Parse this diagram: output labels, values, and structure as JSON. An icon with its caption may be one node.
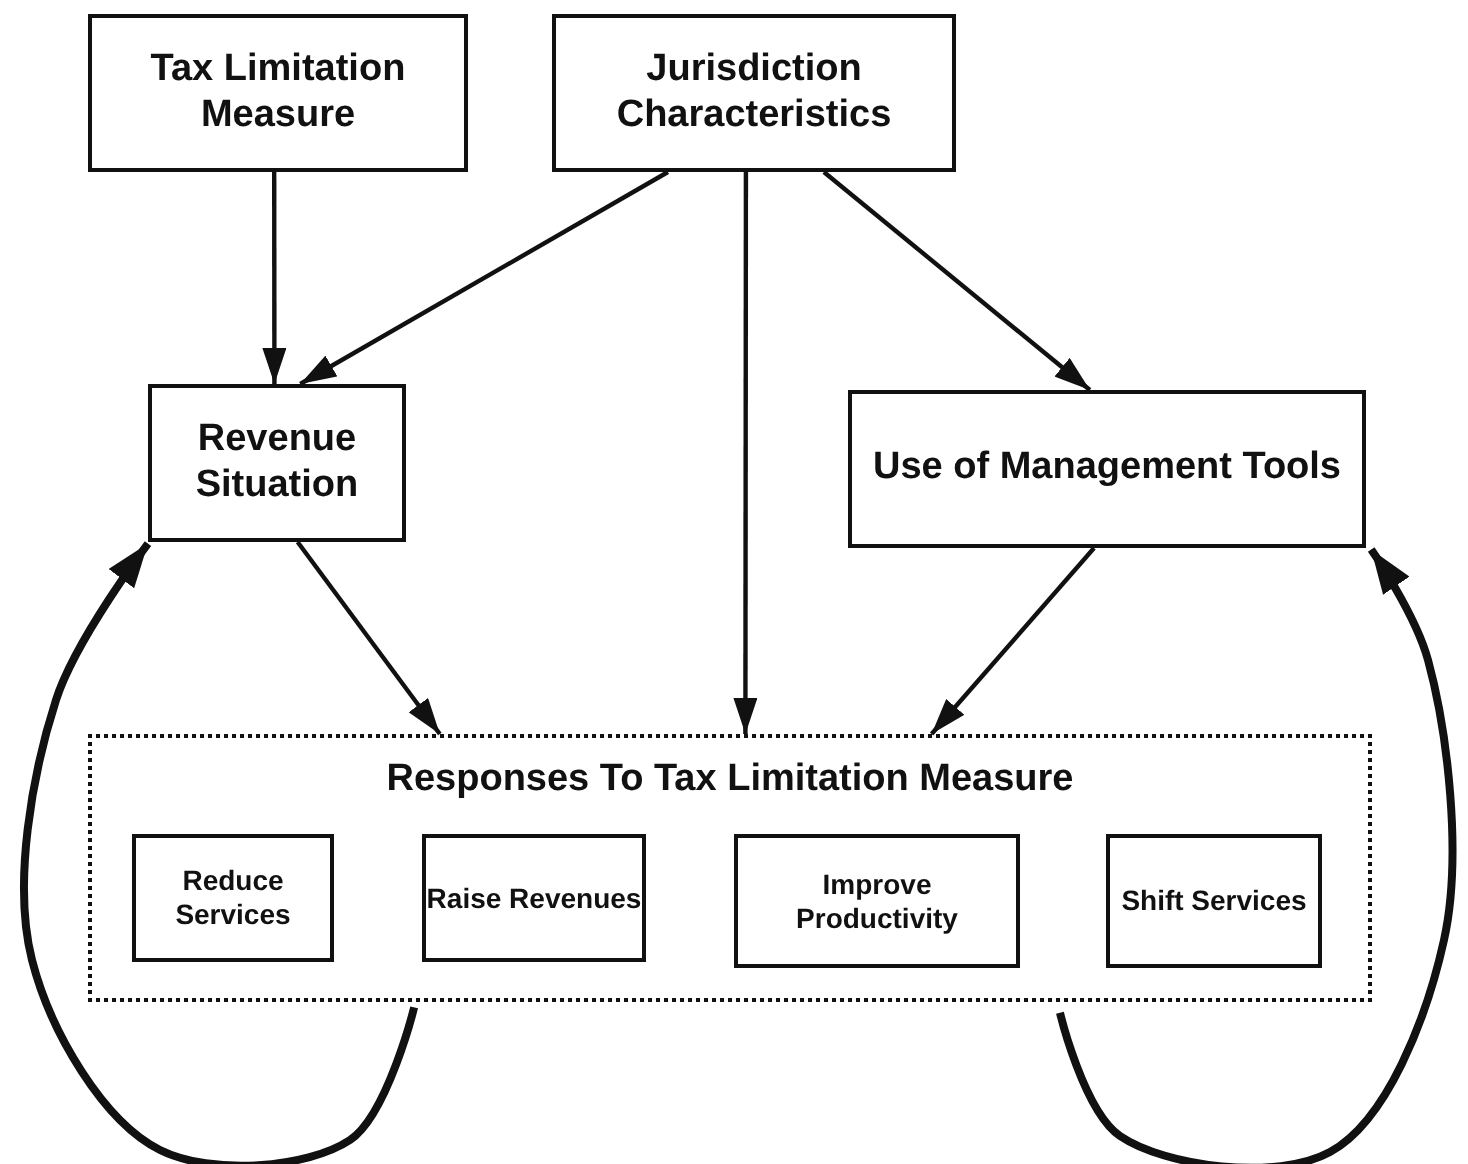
{
  "diagram": {
    "nodes": [
      {
        "text": [
          "Tax Limitation Measure"
        ]
      },
      {
        "text": [
          "Jurisdiction Characteristics"
        ]
      },
      {
        "text": [
          "Revenue Situation"
        ]
      },
      {
        "text": [
          "Use of Management Tools"
        ]
      },
      {
        "text": [
          "Responses To Tax Limitation Measure"
        ]
      },
      {
        "text": [
          "Reduce Services"
        ],
        "in": 4
      },
      {
        "text": [
          "Raise Revenues"
        ],
        "in": 4
      },
      {
        "text": [
          "Improve Productivity"
        ],
        "in": 4
      },
      {
        "text": [
          "Shift Services"
        ],
        "in": 4
      }
    ],
    "edges": [
      {
        "from": 0,
        "to": 2,
        "arrow": "to"
      },
      {
        "from": 1,
        "to": 2,
        "arrow": "to"
      },
      {
        "from": 1,
        "to": 4,
        "arrow": "to"
      },
      {
        "from": 1,
        "to": 3,
        "arrow": "to"
      },
      {
        "from": 2,
        "to": 4,
        "arrow": "to"
      },
      {
        "from": 3,
        "to": 4,
        "arrow": "to"
      },
      {
        "from": 4,
        "to": 2,
        "arrow": "to",
        "style": "thick"
      },
      {
        "from": 4,
        "to": 3,
        "arrow": "to",
        "style": "thick"
      }
    ]
  }
}
